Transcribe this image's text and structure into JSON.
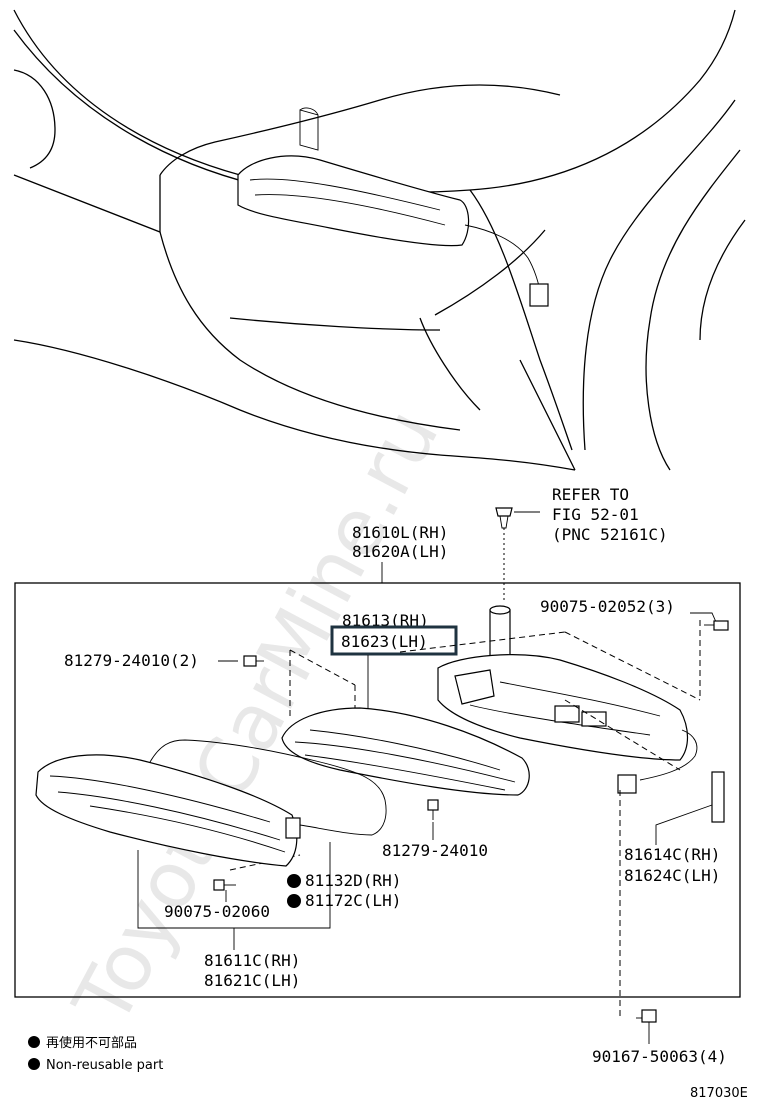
{
  "watermark": "ToyotaCarMine.ru",
  "refer": {
    "line1": "REFER TO",
    "line2": "FIG 52-01",
    "line3": "(PNC 52161C)"
  },
  "parts": {
    "assy_rh": "81610L(RH)",
    "assy_lh": "81620A(LH)",
    "lens_rh": "81613(RH)",
    "lens_lh": "81623(LH)",
    "screw_right": "90075-02052(3)",
    "screw_left": "81279-24010(2)",
    "screw_mid": "81279-24010",
    "gasket_rh": "81614C(RH)",
    "gasket_lh": "81624C(LH)",
    "seal_rh": "81132D(RH)",
    "seal_lh": "81172C(LH)",
    "screw_bottom": "90075-02060",
    "housing_rh": "81611C(RH)",
    "housing_lh": "81621C(LH)",
    "bolt": "90167-50063(4)"
  },
  "legend": {
    "jp": "再使用不可部品",
    "en": "Non-reusable part"
  },
  "figure_code": "817030E"
}
